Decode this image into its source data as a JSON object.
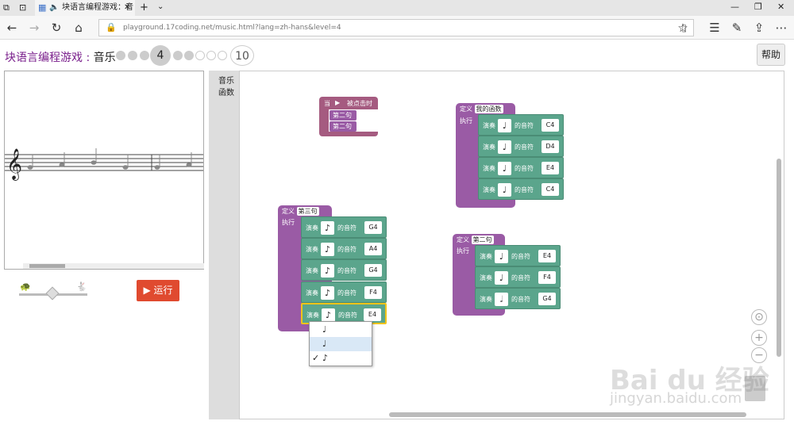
{
  "browser": {
    "tab_title": "块语言编程游戏：音",
    "url": "playground.17coding.net/music.html?lang=zh-hans&level=4"
  },
  "header": {
    "title": "块语言编程游戏",
    "subtitle": "音乐",
    "levels": [
      "4",
      "10"
    ],
    "help_label": "帮助"
  },
  "controls": {
    "run_label": "运行"
  },
  "toolbox": {
    "categories": [
      "音乐",
      "函数"
    ]
  },
  "blocks": {
    "when_clicked": {
      "prefix": "当",
      "label": "被点击时",
      "calls": [
        "第二句",
        "第二句"
      ]
    },
    "define_label": "定义",
    "do_label": "执行",
    "play_label": "演奏",
    "note_label": "的音符",
    "func_my": {
      "name": "我的函数",
      "notes": [
        "C4",
        "D4",
        "E4",
        "C4"
      ]
    },
    "func_third": {
      "name": "第三句",
      "notes": [
        "G4",
        "A4",
        "G4",
        "F4",
        "E4"
      ]
    },
    "func_second": {
      "name": "第二句",
      "notes": [
        "E4",
        "F4",
        "G4"
      ]
    }
  },
  "dropdown": {
    "options": [
      "♩",
      "♩",
      "♪"
    ],
    "checkmark": "✓"
  },
  "watermark": {
    "brand": "Bai du 经验",
    "url": "jingyan.baidu.com"
  }
}
